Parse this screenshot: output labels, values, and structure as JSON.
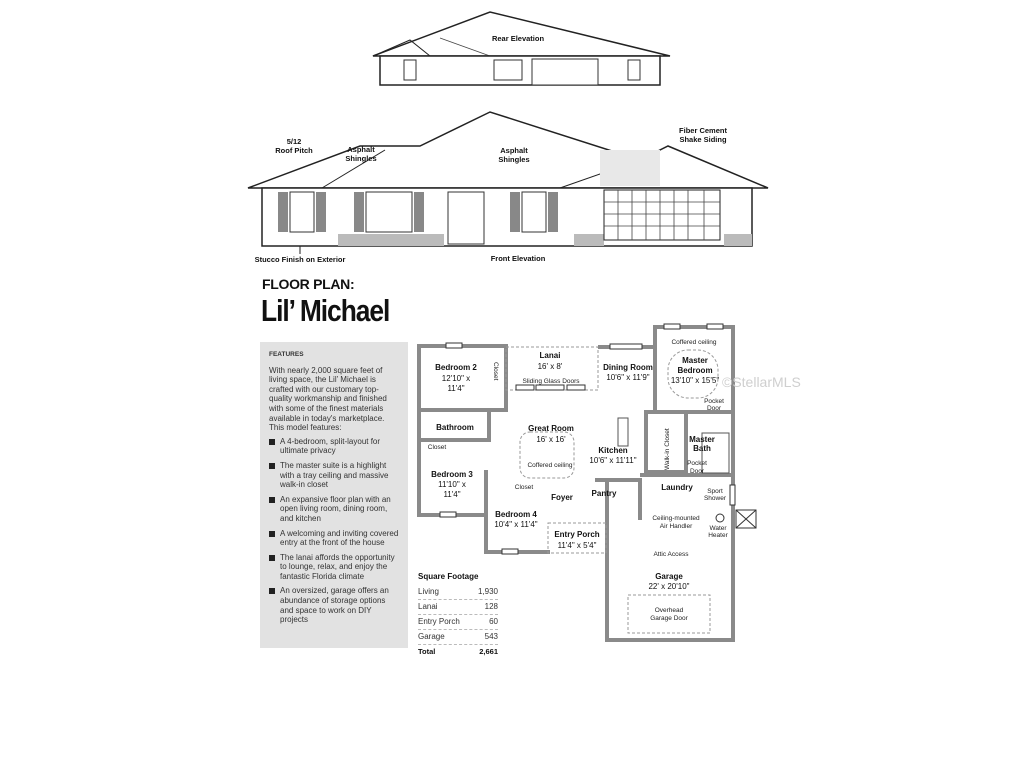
{
  "rear_elevation": {
    "label": "Rear Elevation"
  },
  "front_elevation": {
    "label": "Front Elevation",
    "annotations": {
      "roof_pitch": [
        "5/12",
        "Roof Pitch"
      ],
      "shingles_left": [
        "Asphalt",
        "Shingles"
      ],
      "shingles_center": [
        "Asphalt",
        "Shingles"
      ],
      "siding": [
        "Fiber Cement",
        "Shake Siding"
      ],
      "stucco": "Stucco Finish on Exterior"
    }
  },
  "heading": {
    "kicker": "FLOOR PLAN:",
    "title": "Lil’ Michael"
  },
  "features": {
    "heading": "FEATURES",
    "intro": "With nearly 2,000 square feet of living space, the Lil’ Michael is crafted with our customary top-quality workmanship and finished with some of the finest materials available in today's marketplace. This model features:",
    "items": [
      "A 4-bedroom, split-layout for ultimate privacy",
      "The master suite is a highlight with a tray ceiling and massive walk-in closet",
      "An expansive floor plan with an open living room, dining room, and kitchen",
      "A welcoming and inviting covered entry at the front of the house",
      "The lanai affords the opportunity to lounge, relax, and enjoy the fantastic Florida climate",
      "An oversized, garage offers an abundance of storage options and space to work on DIY projects"
    ]
  },
  "rooms": {
    "bedroom2": {
      "name": "Bedroom 2",
      "dim1": "12'10\" x",
      "dim2": "11'4\""
    },
    "closet_b2": "Closet",
    "lanai": {
      "name": "Lanai",
      "dim": "16' x 8'"
    },
    "sliding_doors": "Sliding Glass Doors",
    "dining": {
      "name": "Dining Room",
      "dim": "10'6\" x 11'9\""
    },
    "coffered_master": "Coffered ceiling",
    "master_bedroom": {
      "name1": "Master",
      "name2": "Bedroom",
      "dim": "13'10\" x 15'5\""
    },
    "pocket_door_1": [
      "Pocket",
      "Door"
    ],
    "bathroom": "Bathroom",
    "closet_bath": "Closet",
    "great_room": {
      "name": "Great Room",
      "dim": "16' x 16'"
    },
    "coffered_great": "Coffered ceiling",
    "kitchen": {
      "name": "Kitchen",
      "dim": "10'6\" x 11'11\""
    },
    "walk_in_closet": "Walk-in Closet",
    "master_bath": [
      "Master",
      "Bath"
    ],
    "pocket_door_2": [
      "Pocket",
      "Door"
    ],
    "bedroom3": {
      "name": "Bedroom 3",
      "dim1": "11'10\" x",
      "dim2": "11'4\""
    },
    "closet_b4": "Closet",
    "foyer": "Foyer",
    "pantry": "Pantry",
    "laundry": "Laundry",
    "sport_shower": [
      "Sport",
      "Shower"
    ],
    "bedroom4": {
      "name": "Bedroom 4",
      "dim": "10'4\" x 11'4\""
    },
    "air_handler": [
      "Ceiling-mounted",
      "Air Handler"
    ],
    "water_heater": [
      "Water",
      "Heater"
    ],
    "entry_porch": {
      "name": "Entry Porch",
      "dim": "11'4\" x 5'4\""
    },
    "attic_access": "Attic Access",
    "garage": {
      "name": "Garage",
      "dim": "22' x 20'10\""
    },
    "garage_door": [
      "Overhead",
      "Garage Door"
    ]
  },
  "square_footage": {
    "heading": "Square Footage",
    "rows": [
      {
        "label": "Living",
        "value": "1,930"
      },
      {
        "label": "Lanai",
        "value": "128"
      },
      {
        "label": "Entry Porch",
        "value": "60"
      },
      {
        "label": "Garage",
        "value": "543"
      }
    ],
    "total": {
      "label": "Total",
      "value": "2,661"
    }
  },
  "watermark": "©StellarMLS"
}
